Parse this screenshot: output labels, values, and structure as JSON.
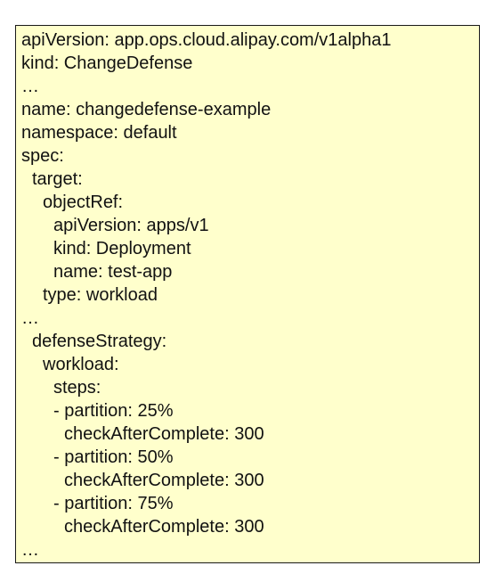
{
  "document": {
    "background_color": "#ffffcc",
    "border_color": "#1a1a1a",
    "lines": [
      "apiVersion: app.ops.cloud.alipay.com/v1alpha1",
      "kind: ChangeDefense",
      "…",
      "name: changedefense-example",
      "namespace: default",
      "spec:",
      "target:",
      "objectRef:",
      "apiVersion: apps/v1",
      "kind: Deployment",
      "name: test-app",
      "type: workload",
      "…",
      "defenseStrategy:",
      "workload:",
      "steps:",
      "- partition: 25%",
      "checkAfterComplete: 300",
      "- partition: 50%",
      "checkAfterComplete: 300",
      "- partition: 75%",
      "checkAfterComplete: 300",
      "…"
    ]
  }
}
